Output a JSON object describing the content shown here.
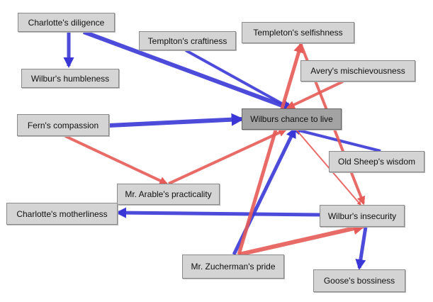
{
  "colors": {
    "positive": "#3a37d6",
    "negative": "#e65b57"
  },
  "nodes": {
    "charlotte_diligence": "Charlotte's diligence",
    "wilbur_humbleness": "Wilbur's humbleness",
    "templeton_craftiness": "Templton's craftiness",
    "templeton_selfishness": "Templeton's selfishness",
    "avery_mischievousness": "Avery's mischievousness",
    "fern_compassion": "Fern's compassion",
    "wilbur_chance": "Wilburs chance to live",
    "old_sheep_wisdom": "Old Sheep's wisdom",
    "arable_practicality": "Mr. Arable's practicality",
    "charlotte_motherliness": "Charlotte's motherliness",
    "wilbur_insecurity": "Wilbur's insecurity",
    "zucherman_pride": "Mr. Zucherman's pride",
    "goose_bossiness": "Goose's bossiness"
  },
  "edges": [
    {
      "from": "charlotte_diligence",
      "to": "wilbur_humbleness",
      "polarity": "positive"
    },
    {
      "from": "charlotte_diligence",
      "to": "wilbur_chance",
      "polarity": "positive"
    },
    {
      "from": "templeton_craftiness",
      "to": "wilbur_chance",
      "polarity": "positive"
    },
    {
      "from": "fern_compassion",
      "to": "wilbur_chance",
      "polarity": "positive"
    },
    {
      "from": "old_sheep_wisdom",
      "to": "wilbur_chance",
      "polarity": "positive"
    },
    {
      "from": "zucherman_pride",
      "to": "wilbur_chance",
      "polarity": "positive"
    },
    {
      "from": "wilbur_insecurity",
      "to": "charlotte_motherliness",
      "polarity": "positive"
    },
    {
      "from": "wilbur_insecurity",
      "to": "goose_bossiness",
      "polarity": "positive"
    },
    {
      "from": "avery_mischievousness",
      "to": "wilbur_chance",
      "polarity": "negative"
    },
    {
      "from": "fern_compassion",
      "to": "arable_practicality",
      "polarity": "negative"
    },
    {
      "from": "arable_practicality",
      "to": "wilbur_chance",
      "polarity": "negative"
    },
    {
      "from": "wilbur_chance",
      "to": "wilbur_insecurity",
      "polarity": "negative"
    },
    {
      "from": "templeton_selfishness",
      "to": "wilbur_insecurity",
      "polarity": "negative"
    },
    {
      "from": "zucherman_pride",
      "to": "wilbur_insecurity",
      "polarity": "negative"
    },
    {
      "from": "zucherman_pride",
      "to": "templeton_selfishness",
      "polarity": "negative"
    }
  ]
}
